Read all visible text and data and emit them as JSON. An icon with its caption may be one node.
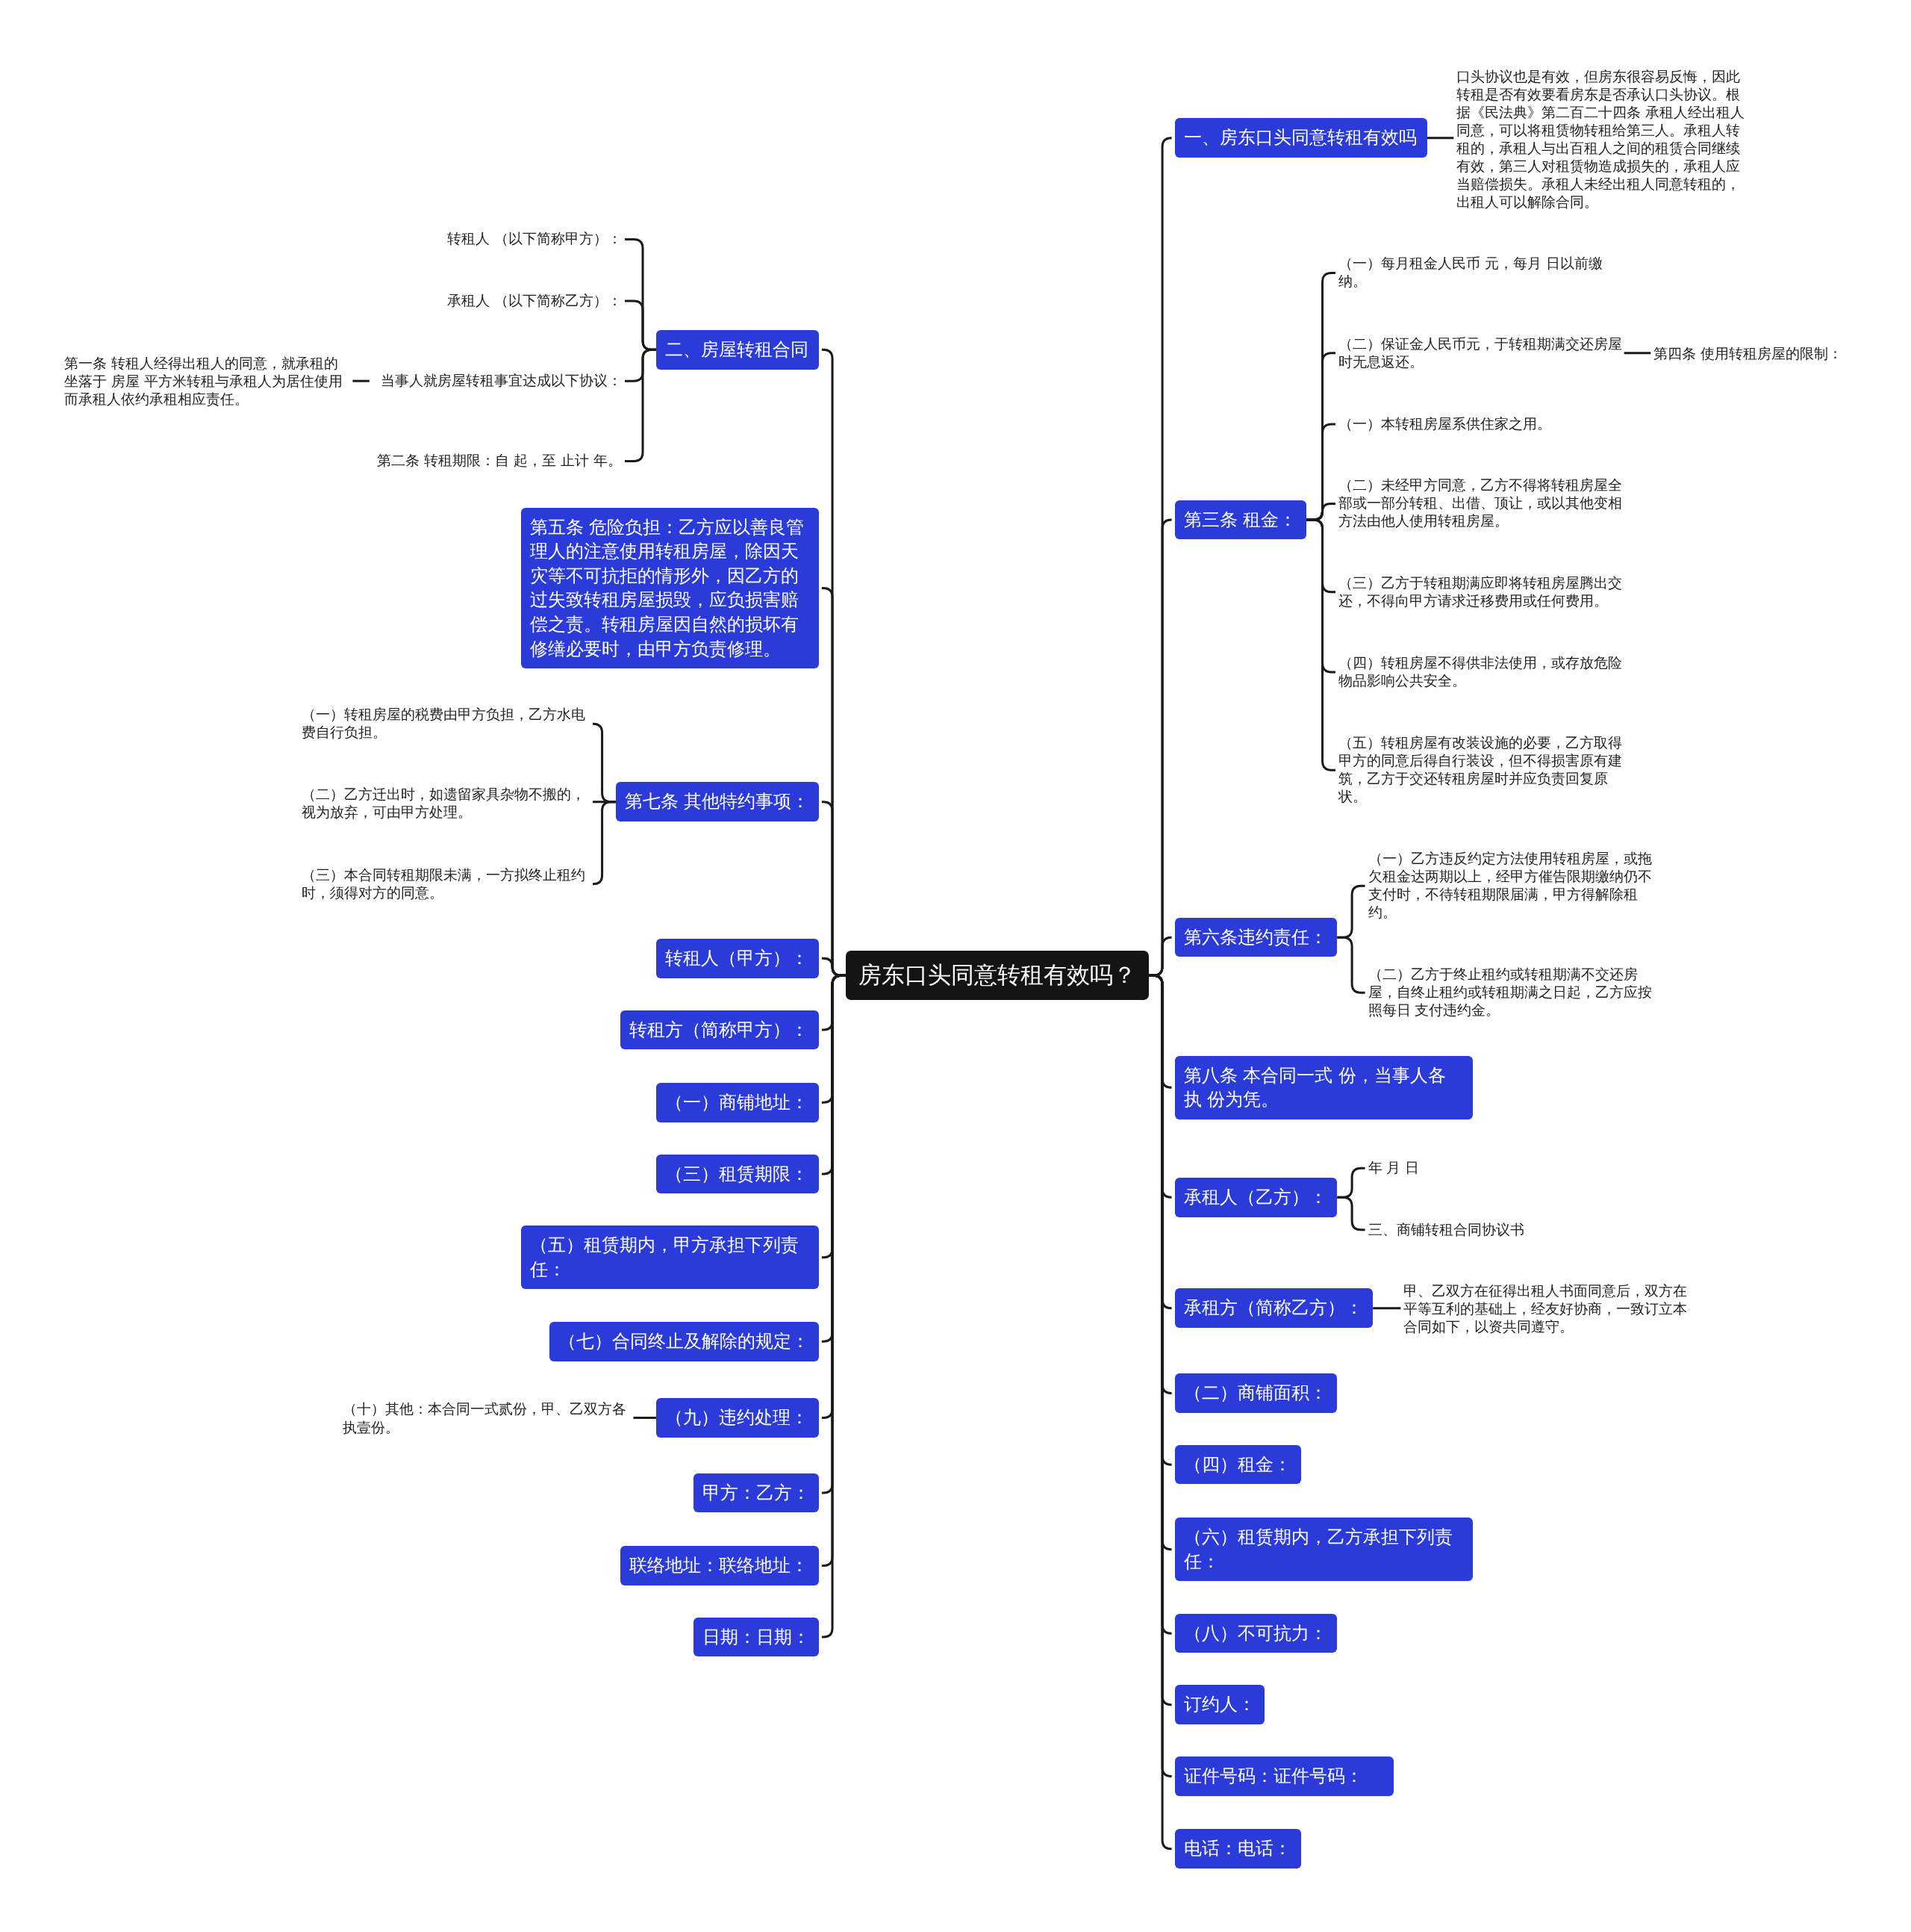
{
  "diagram": {
    "nodes": [
      {
        "text": [
          "房东口头同意转租有效吗？"
        ]
      },
      {
        "text": [
          "一、房东口头同意转租有效吗"
        ]
      },
      {
        "text": [
          "口头协议也是有效，但房东很容易反悔，因此转租是否有效要看房东是否承认口头协议。根据《民法典》第二百二十四条 承租人经出租人同意，可以将租赁物转租给第三人。承租人转租的，承租人与出百租人之间的租赁合同继续有效，第三人对租赁物造成损失的，承租人应当赔偿损失。承租人未经出租人同意转租的，出租人可以解除合同。"
        ]
      },
      {
        "text": [
          "第三条 租金："
        ]
      },
      {
        "text": [
          "（一）每月租金人民币 元，每月 日以前缴纳。"
        ]
      },
      {
        "text": [
          "（二）保证金人民币元，于转租期满交还房屋时无息返还。"
        ]
      },
      {
        "text": [
          "第四条 使用转租房屋的限制："
        ]
      },
      {
        "text": [
          "（一）本转租房屋系供住家之用。"
        ]
      },
      {
        "text": [
          "（二）未经甲方同意，乙方不得将转租房屋全部或一部分转租、出借、顶让，或以其他变相方法由他人使用转租房屋。"
        ]
      },
      {
        "text": [
          "（三）乙方于转租期满应即将转租房屋腾出交还，不得向甲方请求迁移费用或任何费用。"
        ]
      },
      {
        "text": [
          "（四）转租房屋不得供非法使用，或存放危险物品影响公共安全。"
        ]
      },
      {
        "text": [
          "（五）转租房屋有改装设施的必要，乙方取得甲方的同意后得自行装设，但不得损害原有建筑，乙方于交还转租房屋时并应负责回复原状。"
        ]
      },
      {
        "text": [
          "第六条违约责任："
        ]
      },
      {
        "text": [
          "（一）乙方违反约定方法使用转租房屋，或拖欠租金达两期以上，经甲方催告限期缴纳仍不支付时，不待转租期限届满，甲方得解除租约。"
        ]
      },
      {
        "text": [
          "（二）乙方于终止租约或转租期满不交还房屋，自终止租约或转租期满之日起，乙方应按照每日 支付违约金。"
        ]
      },
      {
        "text": [
          "第八条 本合同一式 份，当事人各执 份为凭。"
        ]
      },
      {
        "text": [
          "承租人（乙方）："
        ]
      },
      {
        "text": [
          "年 月 日"
        ]
      },
      {
        "text": [
          "三、商铺转租合同协议书"
        ]
      },
      {
        "text": [
          "承租方（简称乙方）："
        ]
      },
      {
        "text": [
          "甲、乙双方在征得出租人书面同意后，双方在平等互利的基础上，经友好协商，一致订立本合同如下，以资共同遵守。"
        ]
      },
      {
        "text": [
          "（二）商铺面积："
        ]
      },
      {
        "text": [
          "（四）租金："
        ]
      },
      {
        "text": [
          "（六）租赁期内，乙方承担下列责任："
        ]
      },
      {
        "text": [
          "（八）不可抗力："
        ]
      },
      {
        "text": [
          "订约人："
        ]
      },
      {
        "text": [
          "证件号码：证件号码："
        ]
      },
      {
        "text": [
          "电话：电话："
        ]
      },
      {
        "text": [
          "二、房屋转租合同"
        ]
      },
      {
        "text": [
          "转租人 （以下简称甲方）："
        ]
      },
      {
        "text": [
          "承租人 （以下简称乙方）："
        ]
      },
      {
        "text": [
          "当事人就房屋转租事宜达成以下协议："
        ]
      },
      {
        "text": [
          "第一条 转租人经得出租人的同意，就承租的坐落于 房屋 平方米转租与承租人为居住使用而承租人依约承租相应责任。"
        ]
      },
      {
        "text": [
          "第二条 转租期限：自 起，至 止计 年。"
        ]
      },
      {
        "text": [
          "第五条 危险负担：乙方应以善良管理人的注意使用转租房屋，除因天灾等不可抗拒的情形外，因乙方的过失致转租房屋损毁，应负损害赔偿之责。转租房屋因自然的损坏有修缮必要时，由甲方负责修理。"
        ]
      },
      {
        "text": [
          "第七条 其他特约事项："
        ]
      },
      {
        "text": [
          "（一）转租房屋的税费由甲方负担，乙方水电费自行负担。"
        ]
      },
      {
        "text": [
          "（二）乙方迁出时，如遗留家具杂物不搬的，视为放弃，可由甲方处理。"
        ]
      },
      {
        "text": [
          "（三）本合同转租期限未满，一方拟终止租约时，须得对方的同意。"
        ]
      },
      {
        "text": [
          "转租人（甲方）："
        ]
      },
      {
        "text": [
          "转租方（简称甲方）："
        ]
      },
      {
        "text": [
          "（一）商铺地址："
        ]
      },
      {
        "text": [
          "（三）租赁期限："
        ]
      },
      {
        "text": [
          "（五）租赁期内，甲方承担下列责任："
        ]
      },
      {
        "text": [
          "（七）合同终止及解除的规定："
        ]
      },
      {
        "text": [
          "（九）违约处理："
        ]
      },
      {
        "text": [
          "（十）其他：本合同一式贰份，甲、乙双方各执壹份。"
        ]
      },
      {
        "text": [
          "甲方：乙方："
        ]
      },
      {
        "text": [
          "联络地址：联络地址："
        ]
      },
      {
        "text": [
          "日期：日期："
        ]
      }
    ],
    "edges": [
      {
        "from": 0,
        "to": 1,
        "arrow": "none"
      },
      {
        "from": 1,
        "to": 2,
        "arrow": "none"
      },
      {
        "from": 0,
        "to": 3,
        "arrow": "none"
      },
      {
        "from": 3,
        "to": 4,
        "arrow": "none"
      },
      {
        "from": 3,
        "to": 5,
        "arrow": "none"
      },
      {
        "from": 5,
        "to": 6,
        "arrow": "none"
      },
      {
        "from": 3,
        "to": 7,
        "arrow": "none"
      },
      {
        "from": 3,
        "to": 8,
        "arrow": "none"
      },
      {
        "from": 3,
        "to": 9,
        "arrow": "none"
      },
      {
        "from": 3,
        "to": 10,
        "arrow": "none"
      },
      {
        "from": 3,
        "to": 11,
        "arrow": "none"
      },
      {
        "from": 0,
        "to": 12,
        "arrow": "none"
      },
      {
        "from": 12,
        "to": 13,
        "arrow": "none"
      },
      {
        "from": 12,
        "to": 14,
        "arrow": "none"
      },
      {
        "from": 0,
        "to": 15,
        "arrow": "none"
      },
      {
        "from": 0,
        "to": 16,
        "arrow": "none"
      },
      {
        "from": 16,
        "to": 17,
        "arrow": "none"
      },
      {
        "from": 16,
        "to": 18,
        "arrow": "none"
      },
      {
        "from": 0,
        "to": 19,
        "arrow": "none"
      },
      {
        "from": 19,
        "to": 20,
        "arrow": "none"
      },
      {
        "from": 0,
        "to": 21,
        "arrow": "none"
      },
      {
        "from": 0,
        "to": 22,
        "arrow": "none"
      },
      {
        "from": 0,
        "to": 23,
        "arrow": "none"
      },
      {
        "from": 0,
        "to": 24,
        "arrow": "none"
      },
      {
        "from": 0,
        "to": 25,
        "arrow": "none"
      },
      {
        "from": 0,
        "to": 26,
        "arrow": "none"
      },
      {
        "from": 0,
        "to": 27,
        "arrow": "none"
      },
      {
        "from": 0,
        "to": 28,
        "arrow": "none"
      },
      {
        "from": 28,
        "to": 29,
        "arrow": "none"
      },
      {
        "from": 28,
        "to": 30,
        "arrow": "none"
      },
      {
        "from": 28,
        "to": 31,
        "arrow": "none"
      },
      {
        "from": 31,
        "to": 32,
        "arrow": "none"
      },
      {
        "from": 28,
        "to": 33,
        "arrow": "none"
      },
      {
        "from": 0,
        "to": 34,
        "arrow": "none"
      },
      {
        "from": 0,
        "to": 35,
        "arrow": "none"
      },
      {
        "from": 35,
        "to": 36,
        "arrow": "none"
      },
      {
        "from": 35,
        "to": 37,
        "arrow": "none"
      },
      {
        "from": 35,
        "to": 38,
        "arrow": "none"
      },
      {
        "from": 0,
        "to": 39,
        "arrow": "none"
      },
      {
        "from": 0,
        "to": 40,
        "arrow": "none"
      },
      {
        "from": 0,
        "to": 41,
        "arrow": "none"
      },
      {
        "from": 0,
        "to": 42,
        "arrow": "none"
      },
      {
        "from": 0,
        "to": 43,
        "arrow": "none"
      },
      {
        "from": 0,
        "to": 44,
        "arrow": "none"
      },
      {
        "from": 0,
        "to": 45,
        "arrow": "none"
      },
      {
        "from": 45,
        "to": 46,
        "arrow": "none"
      },
      {
        "from": 0,
        "to": 47,
        "arrow": "none"
      },
      {
        "from": 0,
        "to": 48,
        "arrow": "none"
      },
      {
        "from": 0,
        "to": 49,
        "arrow": "none"
      }
    ]
  }
}
